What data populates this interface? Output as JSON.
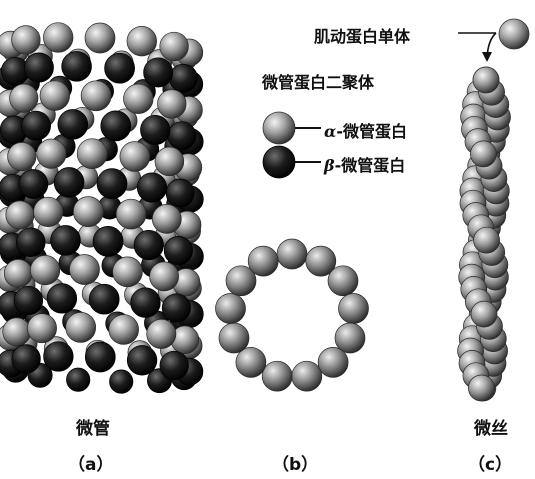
{
  "colors": {
    "alpha_light": "#e6e6e6",
    "alpha_mid": "#8c8c8c",
    "alpha_dark": "#2e2e2e",
    "beta_light": "#707070",
    "beta_dark": "#0a0a0a",
    "line": "#111111"
  },
  "panel_a": {
    "name": "微管",
    "label": "（a）"
  },
  "panel_b": {
    "label": "（b）"
  },
  "panel_c": {
    "name": "微丝",
    "label": "（c）",
    "monomer_label": "肌动蛋白单体"
  },
  "legend": {
    "title": "微管蛋白二聚体",
    "alpha": {
      "greek": "α",
      "text": "-微管蛋白"
    },
    "beta": {
      "greek": "β",
      "text": "-微管蛋白"
    }
  }
}
